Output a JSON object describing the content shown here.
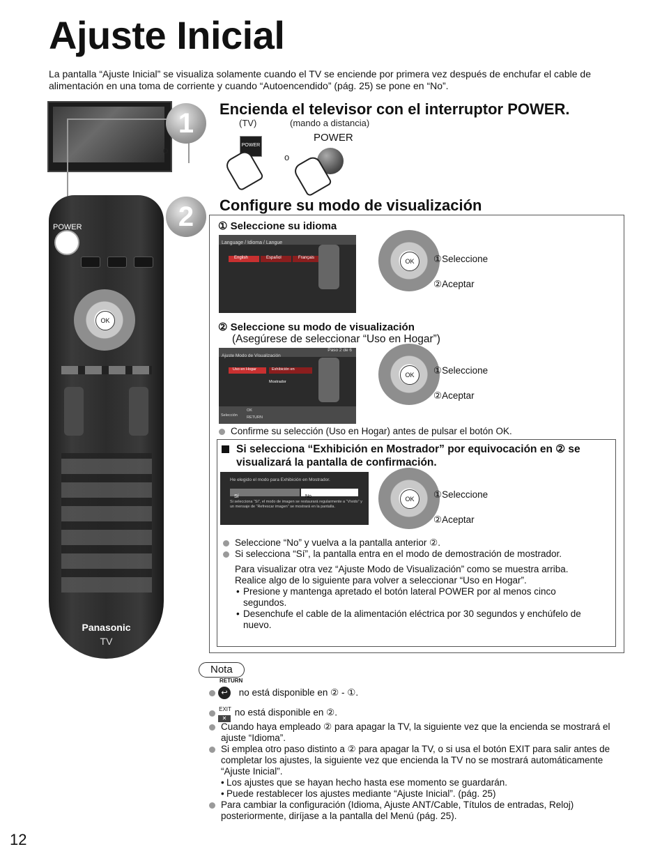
{
  "page": {
    "title": "Ajuste Inicial",
    "intro": "La pantalla “Ajuste Inicial” se visualiza solamente cuando el TV se enciende por primera vez después de enchufar el cable de alimentación en una toma de corriente y cuando “Autoencendido” (pág. 25) se pone en “No”.",
    "page_number": "12"
  },
  "tv_image": {
    "o_label": "o"
  },
  "remote": {
    "power_label": "POWER",
    "brand": "Panasonic",
    "model": "TV",
    "ok_label": "OK"
  },
  "step1": {
    "number": "1",
    "title": "Encienda el televisor con el interruptor POWER.",
    "tv_label": "(TV)",
    "remote_label": "(mando a distancia)",
    "power_label": "POWER",
    "button_label": "POWER",
    "or_label": "o"
  },
  "step2": {
    "number": "2",
    "title": "Configure su modo de visualización",
    "sub1": {
      "title": "① Seleccione su idioma",
      "screen_header": "Language / Idioma / Langue",
      "options": [
        "English",
        "Español",
        "Français"
      ],
      "select_label": "①Seleccione",
      "accept_label": "②Aceptar"
    },
    "sub2": {
      "title": "② Seleccione su modo de visualización",
      "subtitle": "(Asegúrese de seleccionar “Uso en Hogar”)",
      "screen_header": "Ajuste Modo de Visualización",
      "screen_page": "Paso 2 de 6",
      "options": [
        "Uso en Hogar",
        "Exhibición en Mostrador"
      ],
      "screen_footer_ok": "OK",
      "screen_footer_return": "RETURN",
      "screen_footer_select": "Selección",
      "select_label": "①Seleccione",
      "accept_label": "②Aceptar",
      "confirm_note": "Confirme su selección (Uso en Hogar) antes de pulsar el botón OK."
    },
    "warning": {
      "title": "Si selecciona “Exhibición en Mostrador” por equivocación en ② se visualizará la pantalla de confirmación.",
      "screen_text": "He elegido el modo para Exhibición en Mostrador.",
      "screen_yes": "Sí",
      "screen_no": "No",
      "screen_body": "Si selecciona “Sí”, el modo de imagen se restaurará regularmente a “Vívido” y un mensaje de “Refrescar imagen” se mostrará en la pantalla.",
      "select_label": "①Seleccione",
      "accept_label": "②Aceptar",
      "bullets": [
        "Seleccione “No” y vuelva a la pantalla anterior ②.",
        "Si selecciona “Sí”, la pantalla entra en el modo de demostración de mostrador."
      ],
      "para1": "Para visualizar otra vez “Ajuste Modo de Visualización” como se muestra arriba.",
      "para2": "Realice algo de lo siguiente para volver a seleccionar “Uso en Hogar”.",
      "dash_items": [
        "Presione y mantenga apretado el botón lateral POWER por al menos cinco segundos.",
        "Desenchufe el cable de la alimentación eléctrica por 30 segundos y enchúfelo de nuevo."
      ]
    }
  },
  "nota": {
    "title": "Nota",
    "return_label": "RETURN",
    "return_text": "no está disponible en ② - ①.",
    "exit_label": "EXIT",
    "exit_text": "no está disponible en ②.",
    "items": [
      "Cuando haya empleado ② para apagar la TV, la siguiente vez que la encienda se mostrará el ajuste “Idioma”.",
      "Si emplea otro paso distinto a ② para apagar la TV, o si usa el botón EXIT para salir antes de completar los ajustes, la siguiente vez que encienda la TV no se mostrará automáticamente “Ajuste Inicial”."
    ],
    "dash_items": [
      "Los ajustes que se hayan hecho hasta ese momento se guardarán.",
      "Puede restablecer los ajustes mediante “Ajuste Inicial”. (pág. 25)"
    ],
    "last_item": "Para cambiar la configuración (Idioma, Ajuste ANT/Cable, Títulos de entradas, Reloj) posteriormente, diríjase a la pantalla del Menú (pág. 25)."
  }
}
